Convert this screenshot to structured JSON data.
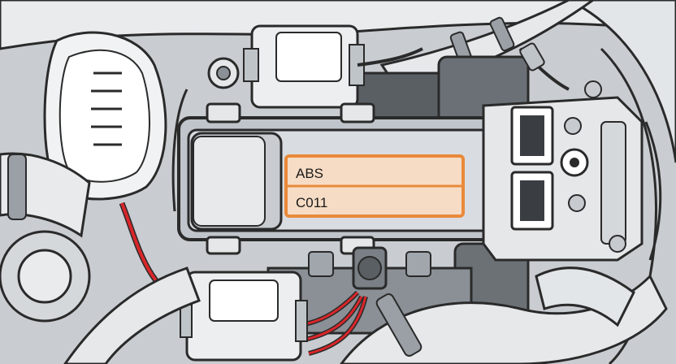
{
  "label": {
    "line1": "ABS",
    "line2": "C011"
  },
  "colors": {
    "label_fill": "#f6dcc4",
    "label_border": "#e98a3a",
    "wire_red": "#d8262a",
    "module_body": "#d9dde1",
    "outline": "#2a2a2a"
  },
  "icons": {
    "module": "abs-control-module",
    "reservoir": "fluid-reservoir",
    "connector": "electrical-connector"
  }
}
